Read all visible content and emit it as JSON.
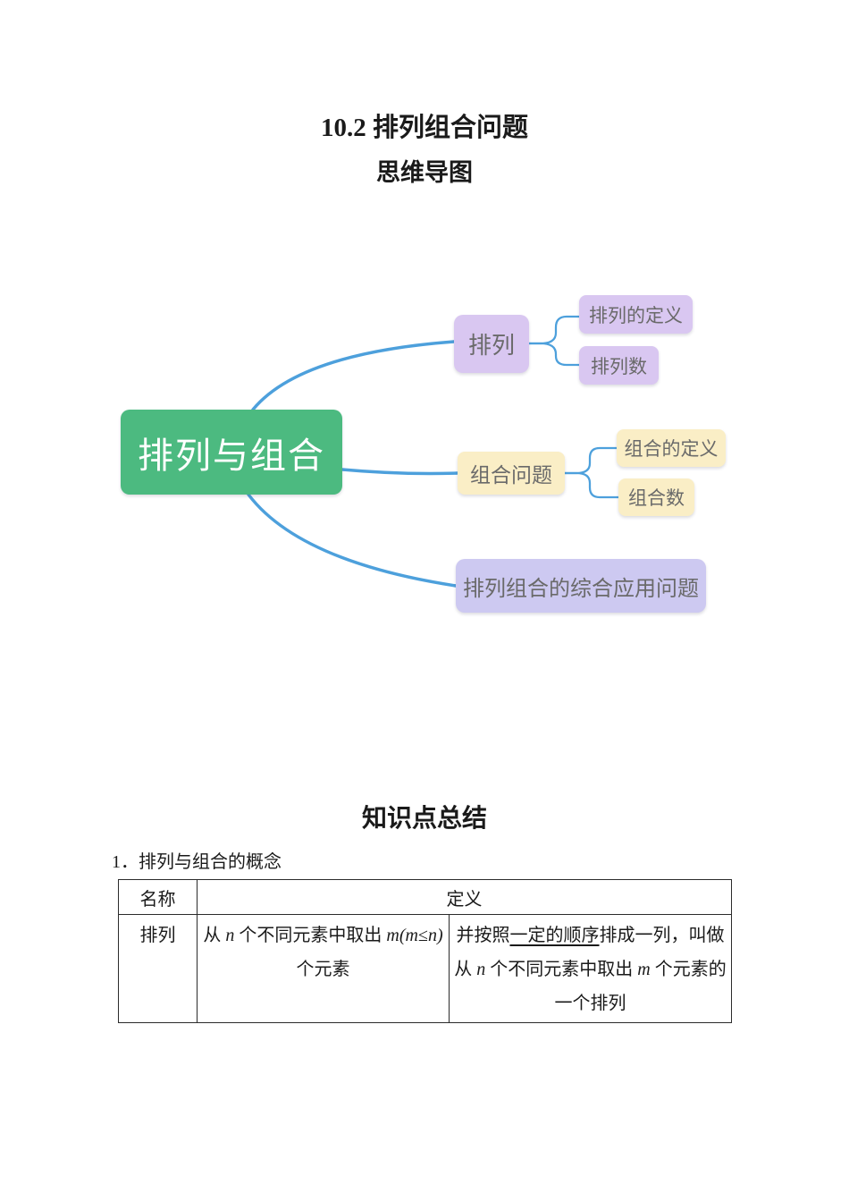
{
  "page": {
    "title": "10.2 排列组合问题",
    "subtitle": "思维导图",
    "section_heading": "知识点总结",
    "item1": "1．排列与组合的概念"
  },
  "colors": {
    "root_bg": "#4cba80",
    "root_text": "#ffffff",
    "purple_bg": "#d9c7f1",
    "yellow_bg": "#faeec6",
    "lavender_bg": "#cdc9f1",
    "connector_blue": "#4da0dc",
    "box_text": "#6a6a6a"
  },
  "mindmap": {
    "root": "排列与组合",
    "perm": "排列",
    "perm_def": "排列的定义",
    "perm_count": "排列数",
    "comb": "组合问题",
    "comb_def": "组合的定义",
    "comb_count": "组合数",
    "comprehensive": "排列组合的综合应用问题"
  },
  "table": {
    "h_name": "名称",
    "h_def": "定义",
    "r1_name": "排列",
    "r1_left": {
      "p1": "从 ",
      "v1": "n",
      "p2": " 个不同元素中取出 ",
      "v2": "m",
      "p3": "(",
      "v3": "m",
      "p4": "≤",
      "v4": "n",
      "p5": ")",
      "line2": "个元素"
    },
    "r1_right": {
      "l1a": "并按照",
      "l1u": "一定的顺序",
      "l1b": "排成一列，叫做",
      "l2a": "从 ",
      "l2v1": "n",
      "l2b": " 个不同元素中取出 ",
      "l2v2": "m",
      "l2c": " 个元素的",
      "l3": "一个排列"
    }
  }
}
